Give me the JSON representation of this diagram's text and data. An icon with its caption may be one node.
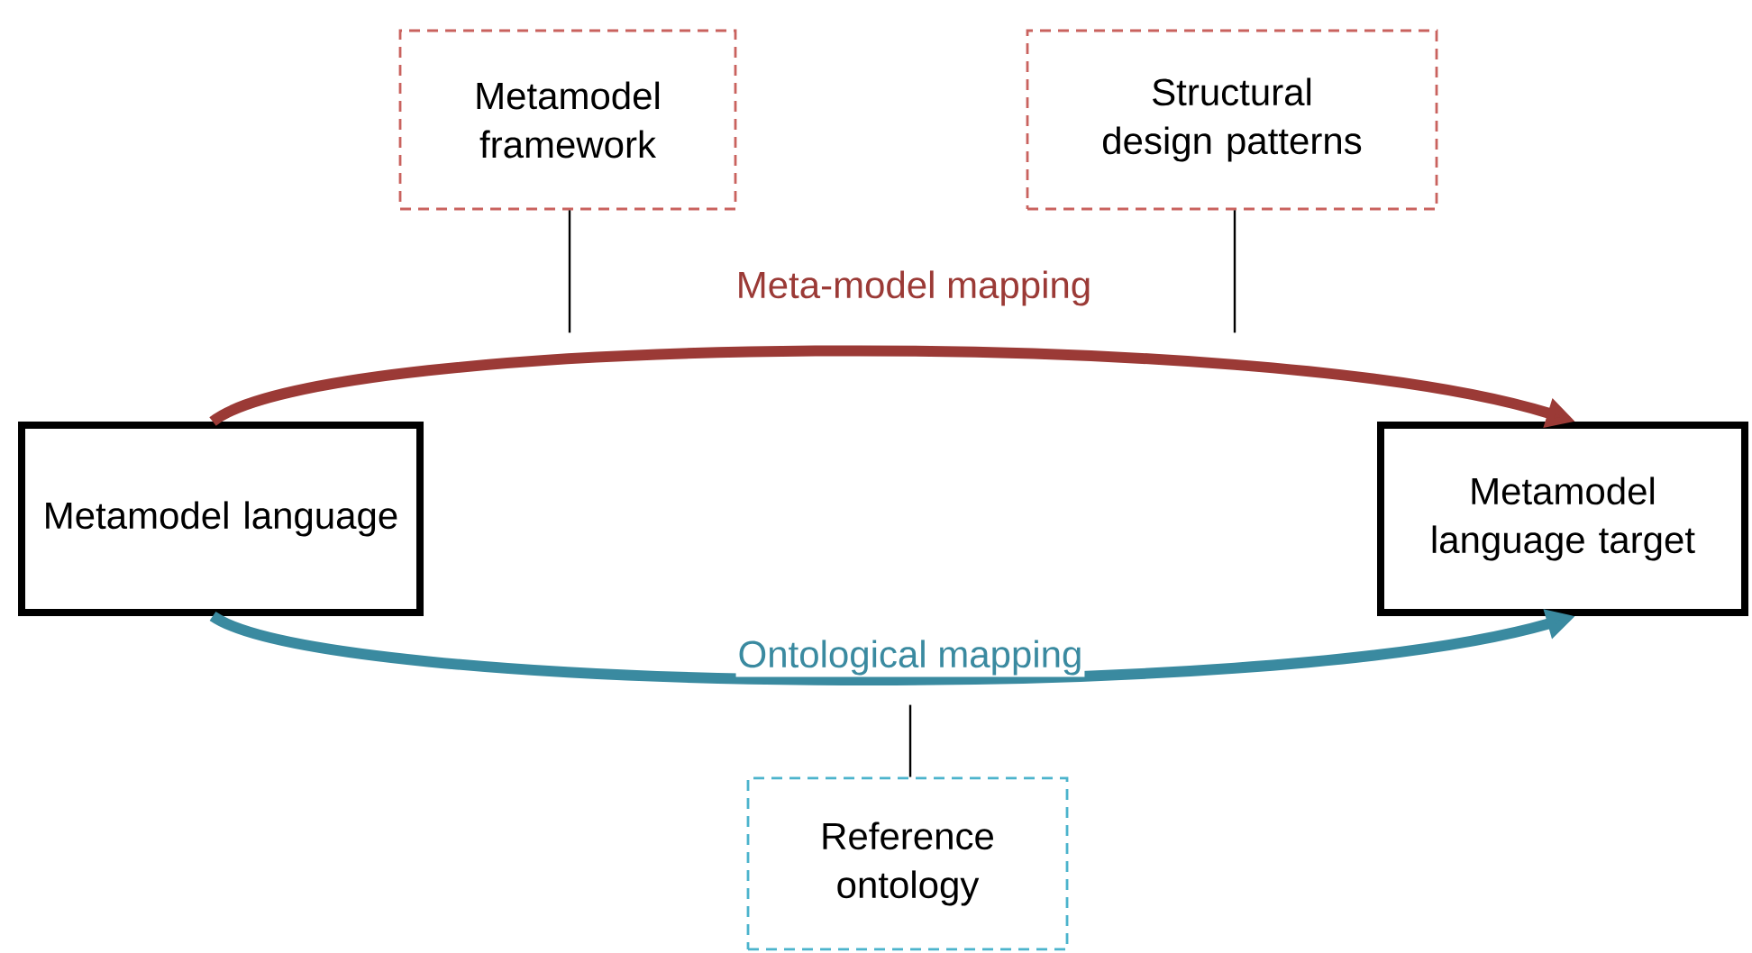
{
  "diagram": {
    "nodes": [
      {
        "text": [
          "Metamodel language"
        ]
      },
      {
        "text": [
          "Metamodel language target"
        ]
      },
      {
        "text": [
          "Metamodel framework"
        ]
      },
      {
        "text": [
          "Structural design patterns"
        ]
      },
      {
        "text": [
          "Reference ontology"
        ]
      }
    ],
    "edges": [
      {
        "from": 0,
        "to": 1,
        "arrow": "to",
        "label": "Meta-model mapping",
        "style": "thick",
        "color": "#9b3a36"
      },
      {
        "from": 0,
        "to": 1,
        "arrow": "to",
        "label": "Ontological mapping",
        "style": "thick",
        "color": "#3a8aa0"
      },
      {
        "from": 2,
        "to": null,
        "arrow": "none"
      },
      {
        "from": 3,
        "to": null,
        "arrow": "none"
      },
      {
        "from": 4,
        "to": null,
        "arrow": "none"
      }
    ]
  }
}
